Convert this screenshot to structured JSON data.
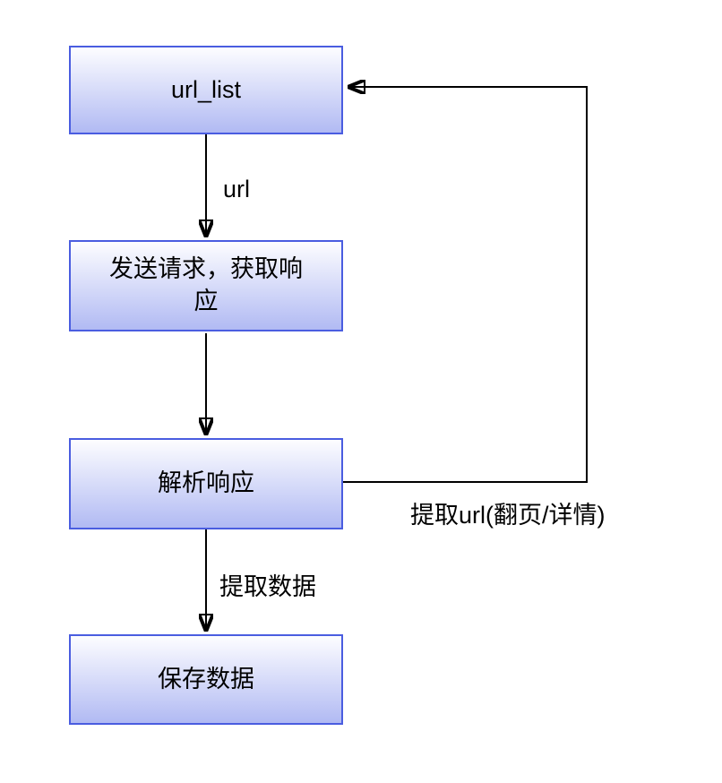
{
  "diagram": {
    "type": "flowchart",
    "background_color": "#ffffff",
    "node_border_color": "#4a5de0",
    "node_fill_top": "#fdfdff",
    "node_fill_bottom": "#b1baf3",
    "arrow_color": "#000000",
    "nodes": [
      {
        "id": "url-list",
        "label": "url_list"
      },
      {
        "id": "send-request",
        "label": "发送请求，获取响应"
      },
      {
        "id": "parse-response",
        "label": "解析响应"
      },
      {
        "id": "save-data",
        "label": "保存数据"
      }
    ],
    "edges": [
      {
        "from": "url-list",
        "to": "send-request",
        "label": "url"
      },
      {
        "from": "send-request",
        "to": "parse-response",
        "label": ""
      },
      {
        "from": "parse-response",
        "to": "save-data",
        "label": "提取数据"
      },
      {
        "from": "parse-response",
        "to": "url-list",
        "label": "提取url(翻页/详情)"
      }
    ]
  }
}
